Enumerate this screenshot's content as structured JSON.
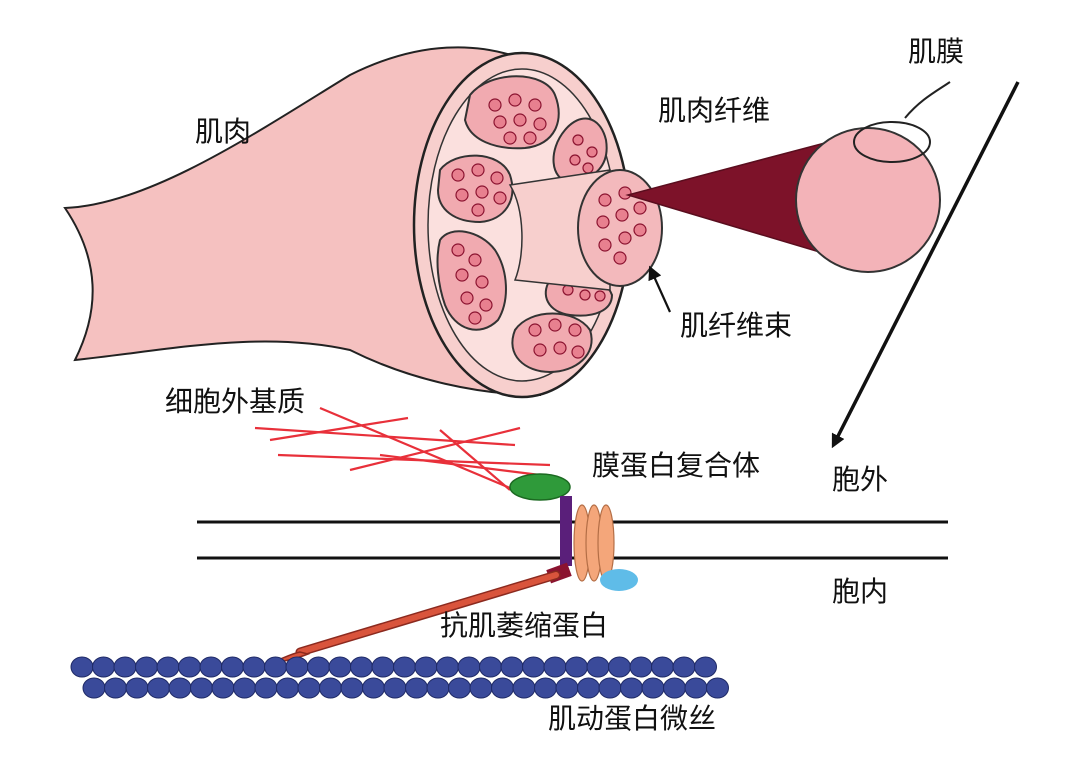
{
  "labels": {
    "muscle": "肌肉",
    "muscle_fiber": "肌肉纤维",
    "sarcolemma": "肌膜",
    "fascicle": "肌纤维束",
    "ecm": "细胞外基质",
    "membrane_complex": "膜蛋白复合体",
    "extracellular": "胞外",
    "intracellular": "胞内",
    "dystrophin": "抗肌萎缩蛋白",
    "actin": "肌动蛋白微丝"
  },
  "colors": {
    "muscle_fill": "#f5c1c0",
    "fiber_fill": "#e8808f",
    "fiber_dark": "#8b1330",
    "cone": "#7d1229",
    "ecm_lines": "#e8303a",
    "membrane_green": "#2f9a3a",
    "membrane_purple": "#5a1f7a",
    "membrane_orange": "#f4a67a",
    "membrane_blue": "#5fbce8",
    "dystrophin_rod": "#d9543c",
    "actin_beads": "#3a4a9a"
  },
  "icons": {
    "arrow_to_detail": "diagonal-arrow-icon",
    "fascicle_pointer": "pointer-arrow-icon"
  }
}
